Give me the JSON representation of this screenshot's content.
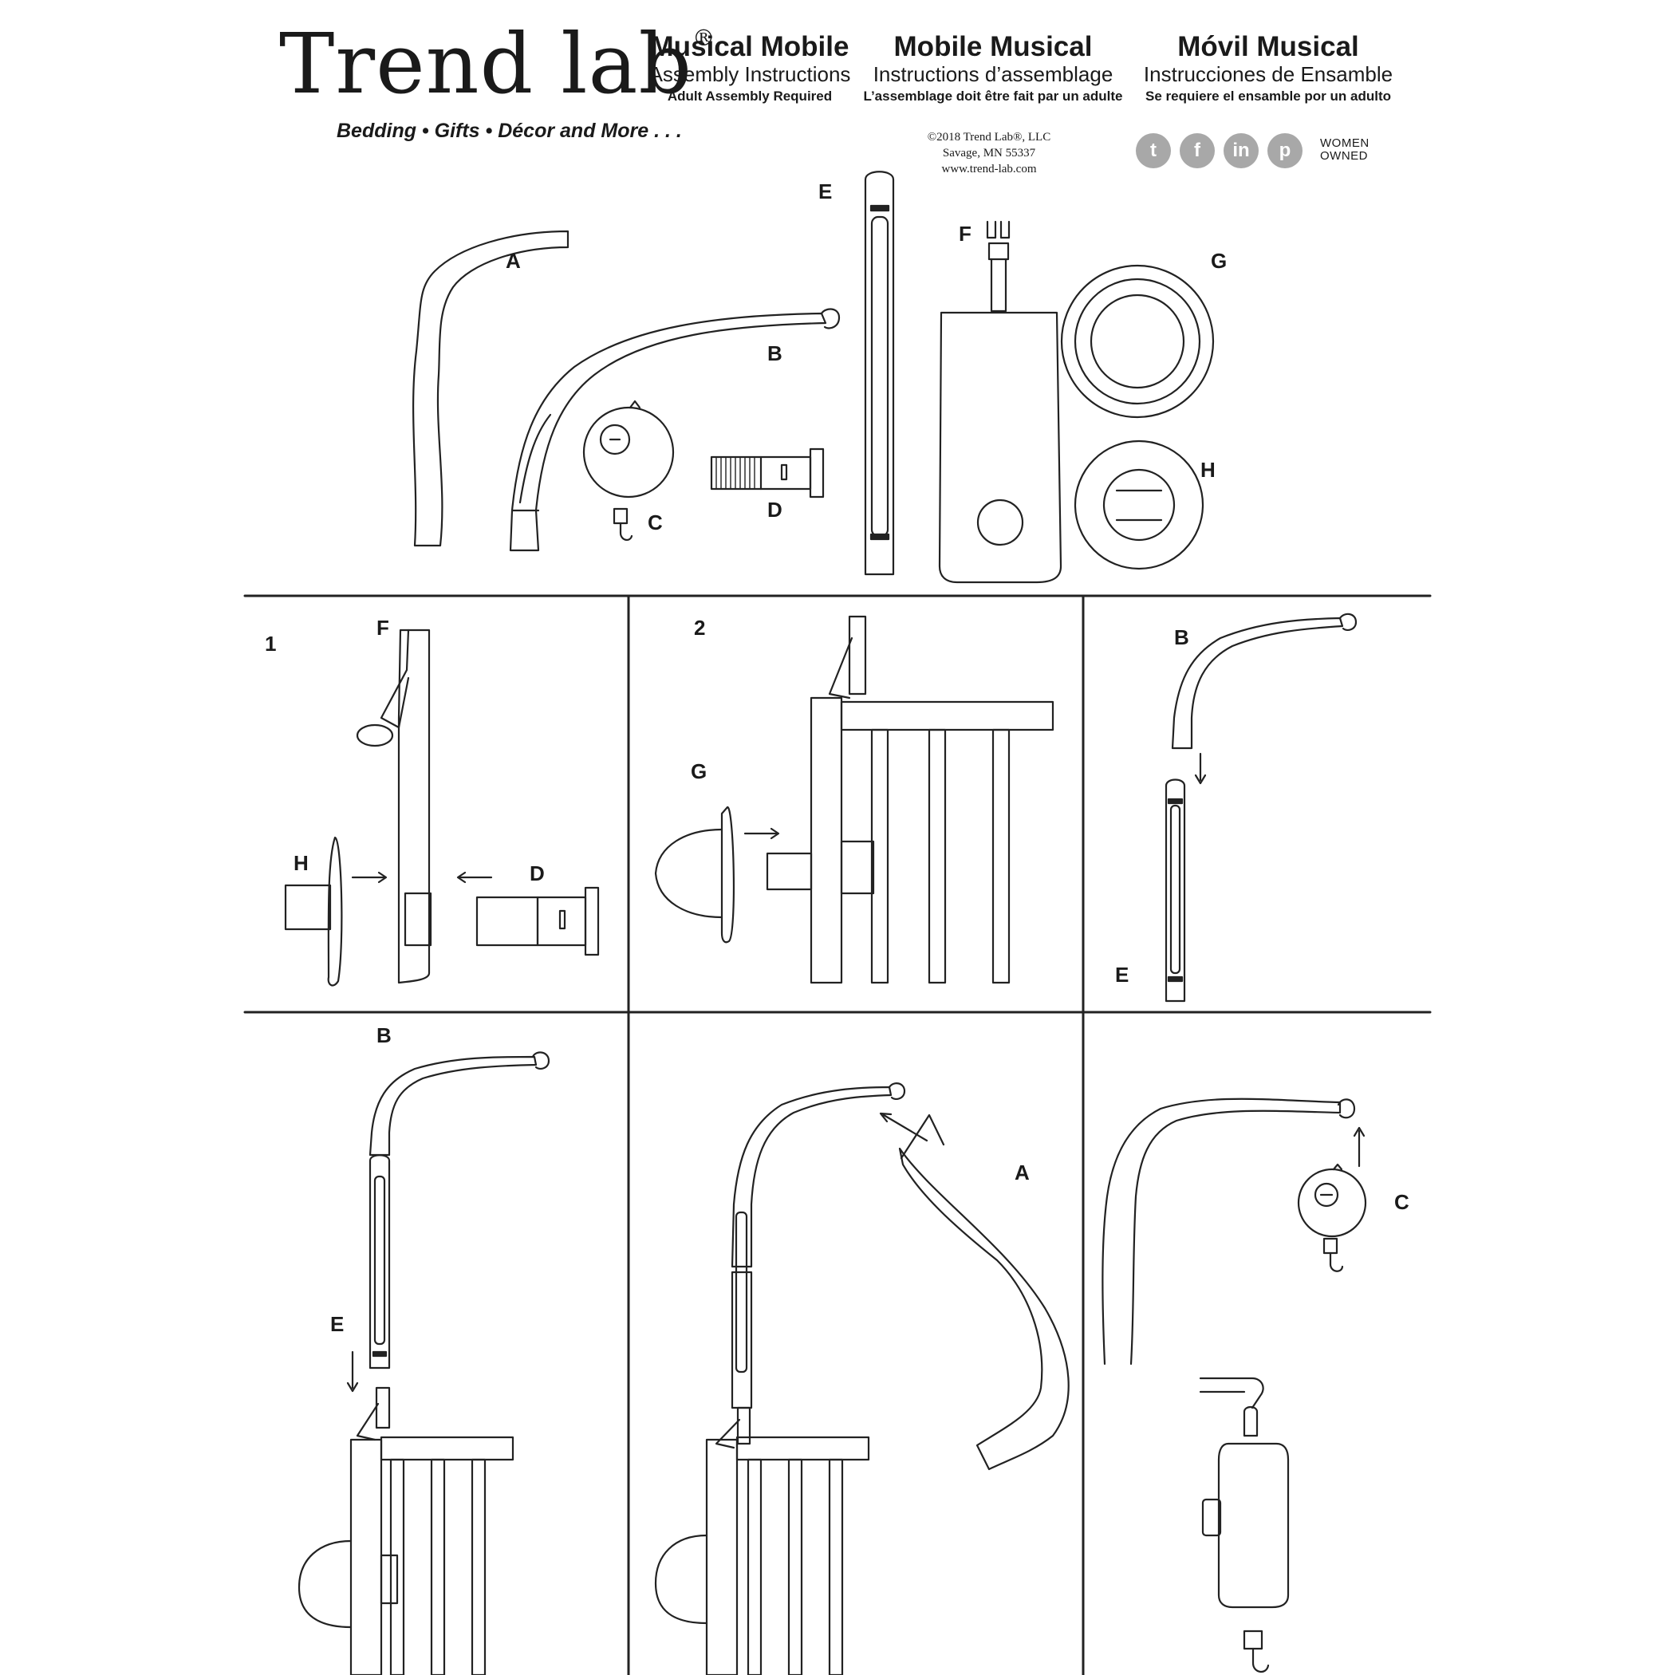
{
  "brand": {
    "name": "Trend lab",
    "reg": "®",
    "tagline": "Bedding • Gifts • Décor and More . . ."
  },
  "titles": [
    {
      "title": "Musical Mobile",
      "subtitle": "Assembly Instructions",
      "note": "Adult Assembly Required"
    },
    {
      "title": "Mobile Musical",
      "subtitle": "Instructions d’assemblage",
      "note": "L’assemblage doit être fait par un adulte"
    },
    {
      "title": "Móvil Musical",
      "subtitle": "Instrucciones de Ensamble",
      "note": "Se requiere el ensamble por un adulto"
    }
  ],
  "copyright": {
    "line1": "©2018 Trend Lab®, LLC",
    "line2": "Savage, MN 55337",
    "line3": "www.trend-lab.com"
  },
  "social": [
    {
      "name": "twitter-icon",
      "glyph": "t"
    },
    {
      "name": "facebook-icon",
      "glyph": "f"
    },
    {
      "name": "linkedin-icon",
      "glyph": "in"
    },
    {
      "name": "pinterest-icon",
      "glyph": "p"
    }
  ],
  "women_owned": {
    "line1": "WOMEN",
    "line2": "OWNED"
  },
  "parts": {
    "A": "A",
    "B": "B",
    "C": "C",
    "D": "D",
    "E": "E",
    "F": "F",
    "G": "G",
    "H": "H"
  },
  "steps": {
    "step1": "1",
    "step2": "2"
  }
}
